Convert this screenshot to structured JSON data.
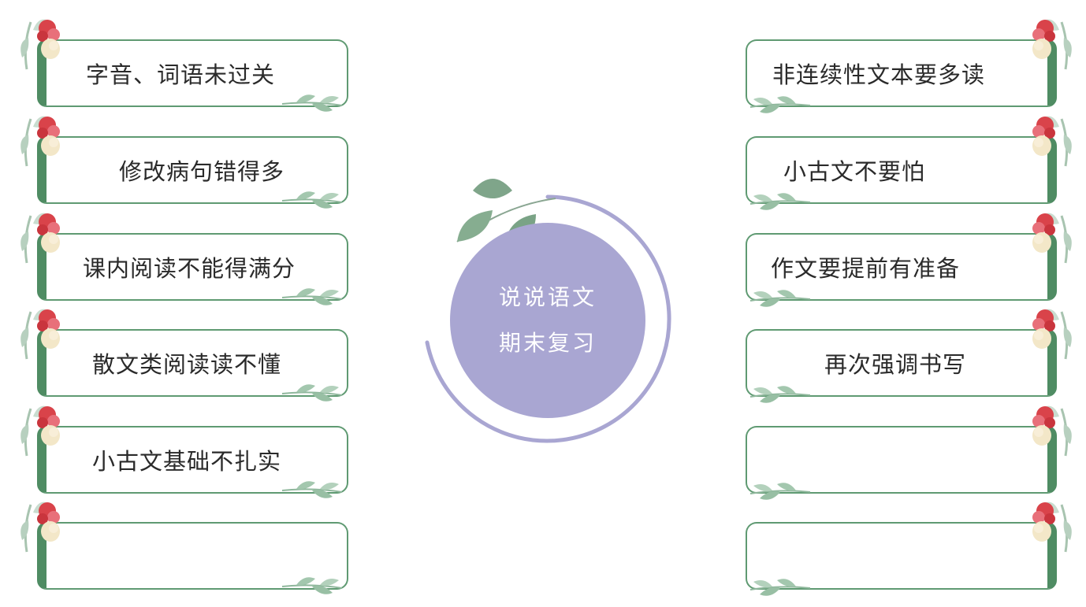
{
  "center": {
    "line1": "说说语文",
    "line2": "期末复习"
  },
  "left_items": [
    {
      "label": "字音、词语未过关"
    },
    {
      "label": "修改病句错得多"
    },
    {
      "label": "课内阅读不能得满分"
    },
    {
      "label": "散文类阅读读不懂"
    },
    {
      "label": "小古文基础不扎实"
    },
    {
      "label": ""
    }
  ],
  "right_items": [
    {
      "label": "非连续性文本要多读"
    },
    {
      "label": "小古文不要怕"
    },
    {
      "label": "作文要提前有准备"
    },
    {
      "label": "再次强调书写"
    },
    {
      "label": ""
    },
    {
      "label": ""
    }
  ],
  "colors": {
    "card_border": "#5f9a72",
    "card_accent": "#4f8c63",
    "circle": "#a9a6d2",
    "ring": "#a9a6d2",
    "leaf": "#7fa58a"
  }
}
